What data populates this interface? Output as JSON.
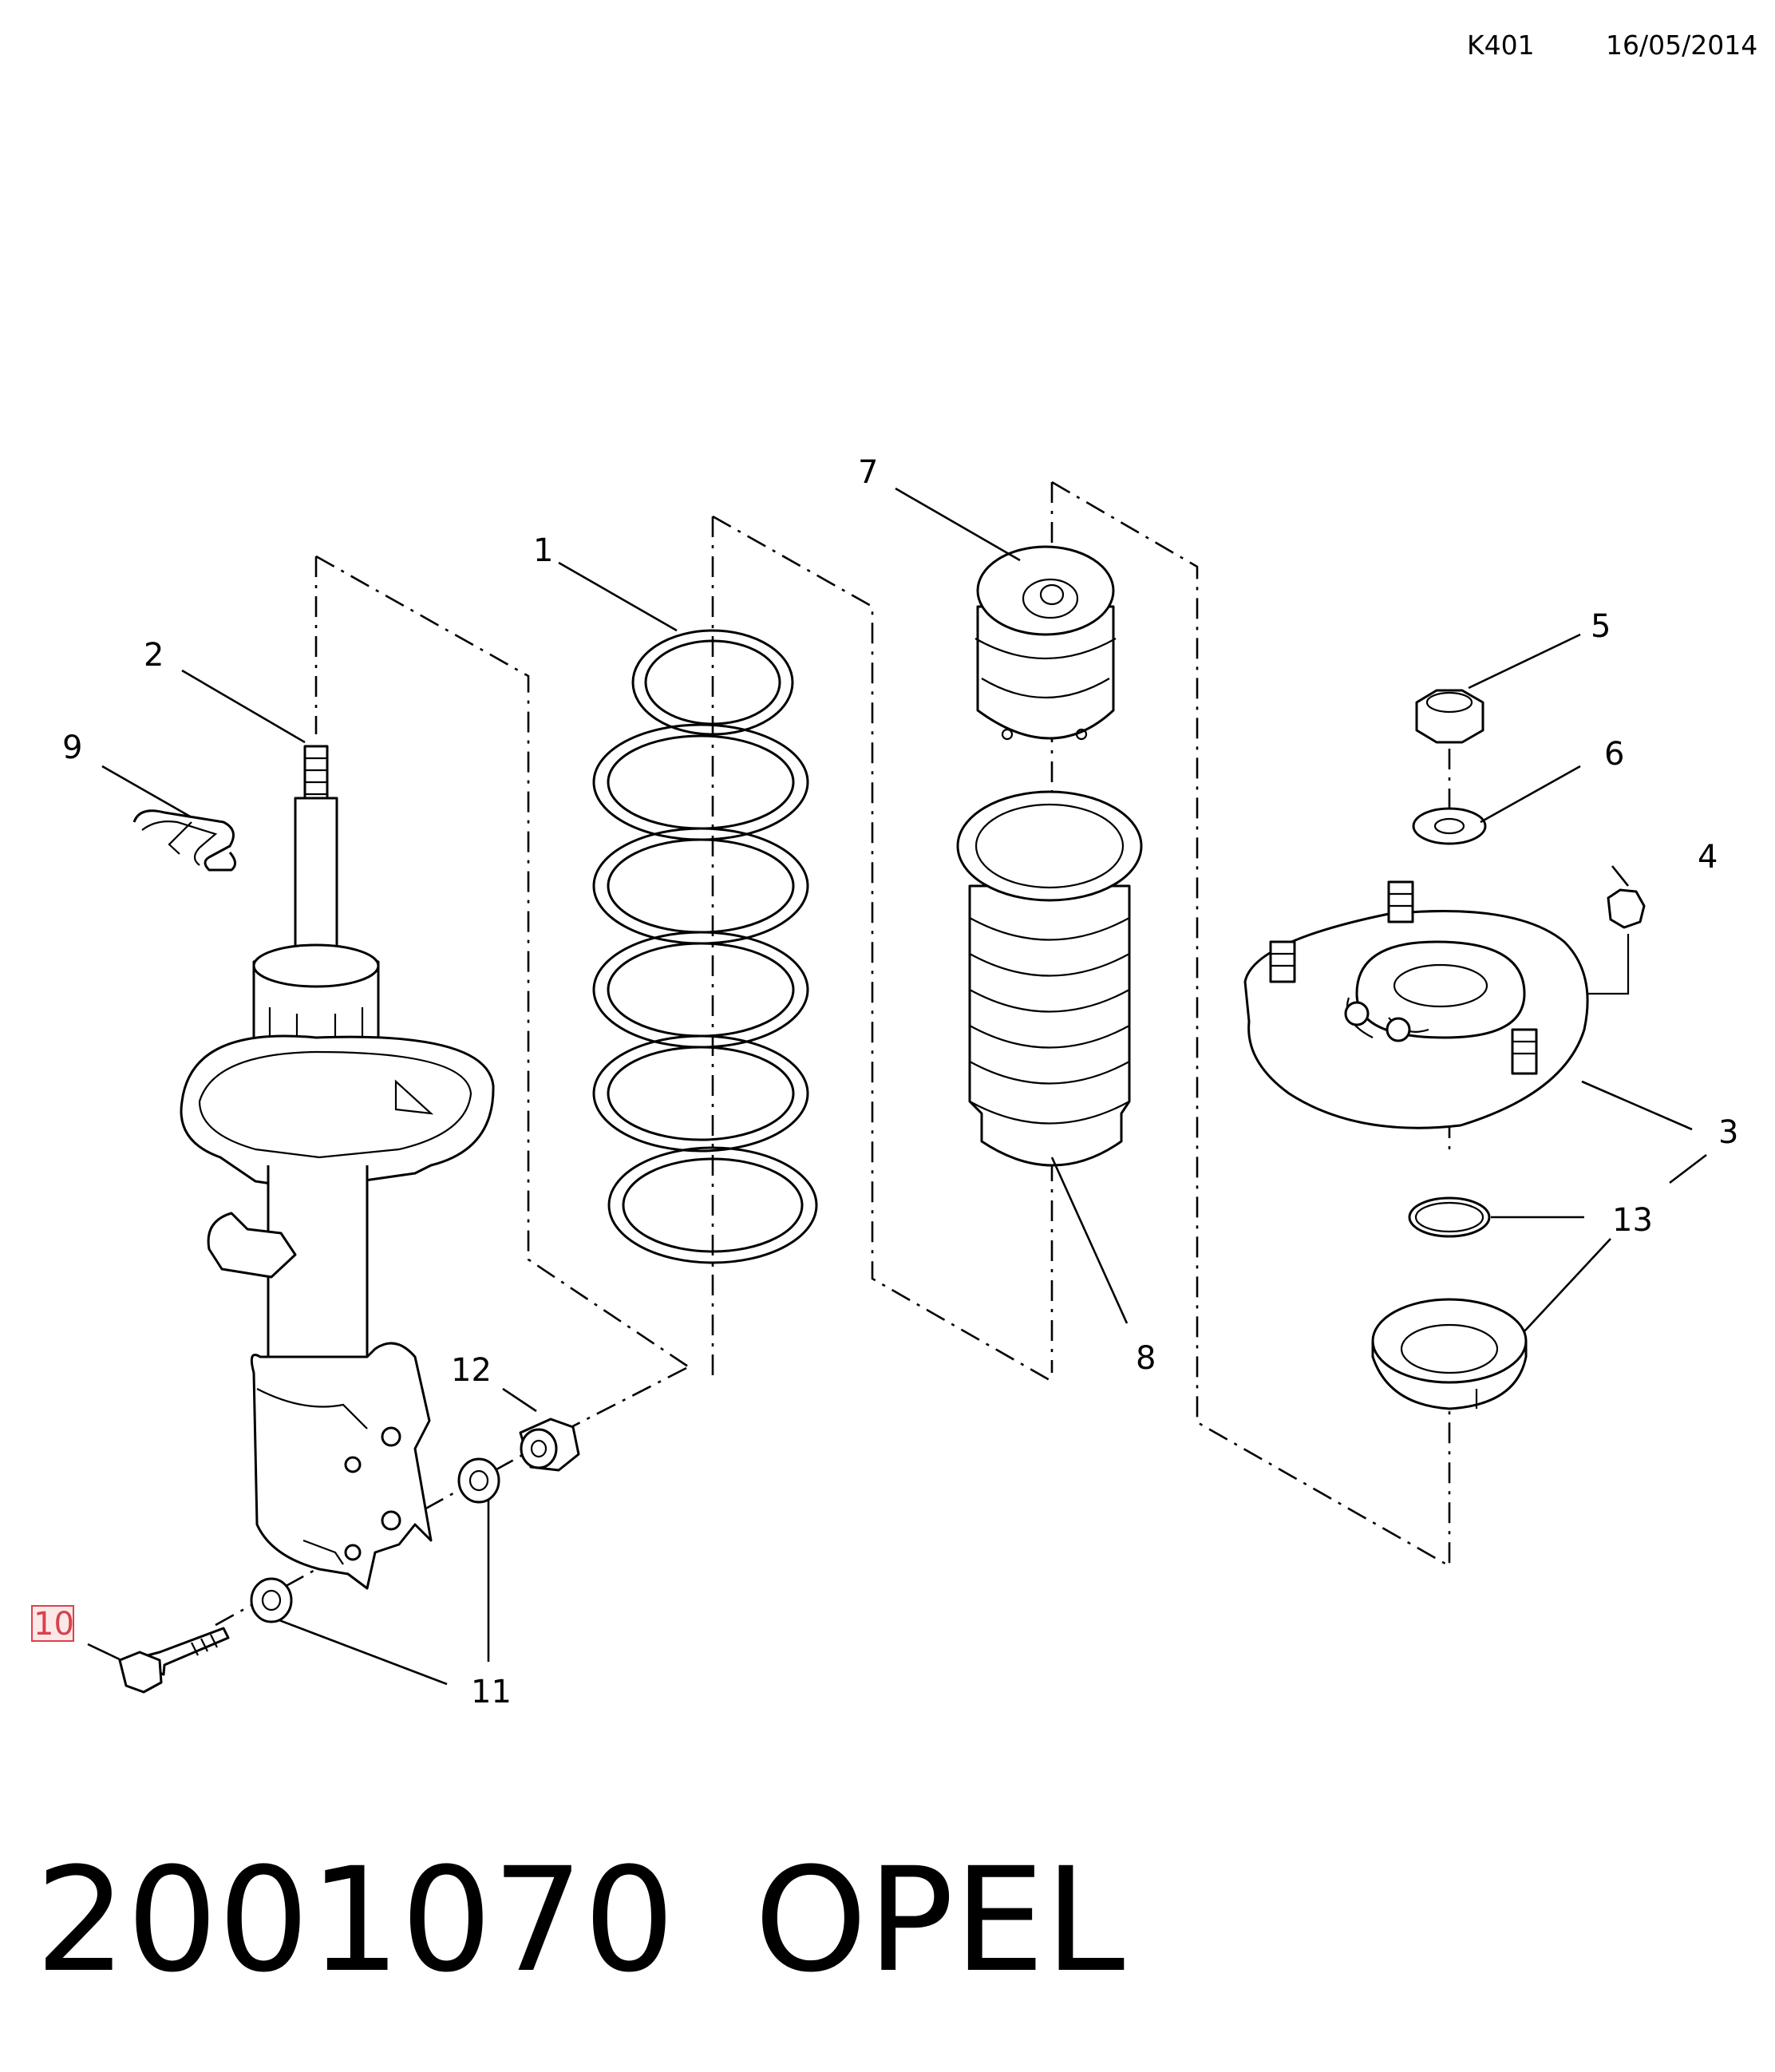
{
  "header": {
    "code": "K401",
    "date": "16/05/2014"
  },
  "footer": {
    "part_number": "2001070",
    "brand": "OPEL"
  },
  "callouts": [
    {
      "id": "c1",
      "label": "1"
    },
    {
      "id": "c2",
      "label": "2"
    },
    {
      "id": "c3",
      "label": "3"
    },
    {
      "id": "c4",
      "label": "4"
    },
    {
      "id": "c5",
      "label": "5"
    },
    {
      "id": "c6",
      "label": "6"
    },
    {
      "id": "c7",
      "label": "7"
    },
    {
      "id": "c8",
      "label": "8"
    },
    {
      "id": "c9",
      "label": "9"
    },
    {
      "id": "c10",
      "label": "10",
      "highlighted": true
    },
    {
      "id": "c11",
      "label": "11"
    },
    {
      "id": "c12",
      "label": "12"
    },
    {
      "id": "c13",
      "label": "13"
    }
  ],
  "colors": {
    "line": "#000000",
    "highlight_border": "#e0404a",
    "highlight_text": "#d8424c"
  }
}
